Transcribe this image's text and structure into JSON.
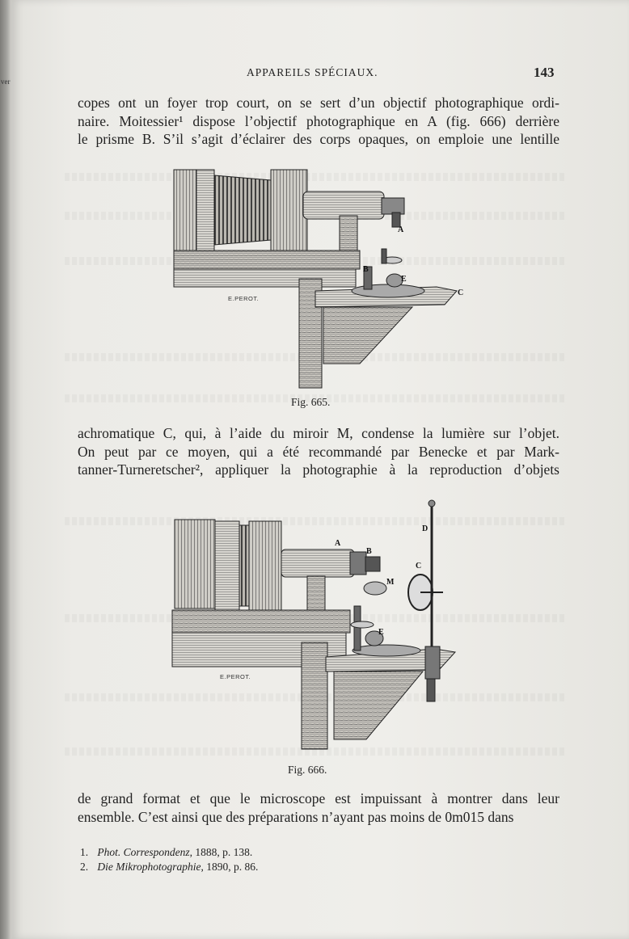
{
  "header": {
    "running_title": "APPAREILS SPÉCIAUX.",
    "page_number": "143"
  },
  "paragraph1": {
    "lines": [
      "copes ont un foyer trop court, on se sert d’un objectif photographique ordi-",
      "naire. Moitessier¹ dispose l’objectif photographique en A (fig. 666) derrière",
      "le prisme B. S’il s’agit d’éclairer des corps opaques, on emploie une lentille"
    ]
  },
  "figure665": {
    "caption": "Fig. 665.",
    "engraver": "E.PEROT.",
    "labels": {
      "a": "A",
      "b": "B",
      "e": "E",
      "c": "C"
    }
  },
  "paragraph2": {
    "lines": [
      "achromatique C, qui, à l’aide du miroir M, condense la lumière sur l’objet.",
      "On peut par ce moyen, qui a été recommandé par Benecke et par Mark-",
      "tanner-Turneretscher², appliquer la photographie à la reproduction d’objets"
    ]
  },
  "figure666": {
    "caption": "Fig. 666.",
    "engraver": "E.PEROT.",
    "labels": {
      "d": "D",
      "a": "A",
      "b": "B",
      "c": "C",
      "m": "M",
      "e": "E"
    }
  },
  "paragraph3": {
    "lines": [
      "de grand format et que le microscope est impuissant à montrer dans leur",
      "ensemble. C’est ainsi que des préparations n’ayant pas moins de 0m015 dans"
    ]
  },
  "footnotes": [
    {
      "num": "1.",
      "title": "Phot. Correspondenz",
      "rest": ", 1888, p. 138."
    },
    {
      "num": "2.",
      "title": "Die Mikrophotographie",
      "rest": ", 1890, p. 86."
    }
  ],
  "edge_text": "ver"
}
